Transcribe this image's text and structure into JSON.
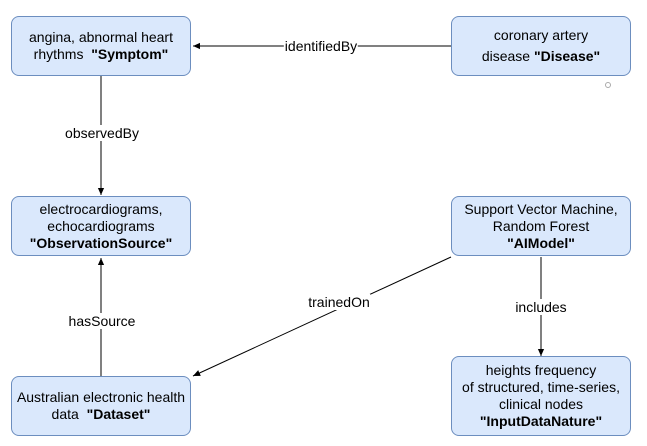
{
  "nodes": {
    "symptom": {
      "lines": [
        "angina, abnormal heart",
        "rhythms"
      ],
      "type_label": "\"Symptom\""
    },
    "disease": {
      "lines": [
        "coronary artery",
        "disease"
      ],
      "type_label": "\"Disease\""
    },
    "observation_source": {
      "lines": [
        "electrocardiograms,",
        "echocardiograms"
      ],
      "type_label": "\"ObservationSource\""
    },
    "ai_model": {
      "lines": [
        "Support Vector Machine,",
        "Random Forest"
      ],
      "type_label": "\"AIModel\""
    },
    "dataset": {
      "lines": [
        "Australian electronic health",
        "data"
      ],
      "type_label": "\"Dataset\""
    },
    "input_data_nature": {
      "lines": [
        "heights frequency",
        "of structured, time-series,",
        "clinical nodes"
      ],
      "type_label": "\"InputDataNature\""
    }
  },
  "edges": {
    "identified_by": "identifiedBy",
    "observed_by": "observedBy",
    "has_source": "hasSource",
    "trained_on": "trainedOn",
    "includes": "includes"
  },
  "colors": {
    "node_fill": "#dae8fc",
    "node_border": "#6c8ebf",
    "edge": "#000000"
  }
}
